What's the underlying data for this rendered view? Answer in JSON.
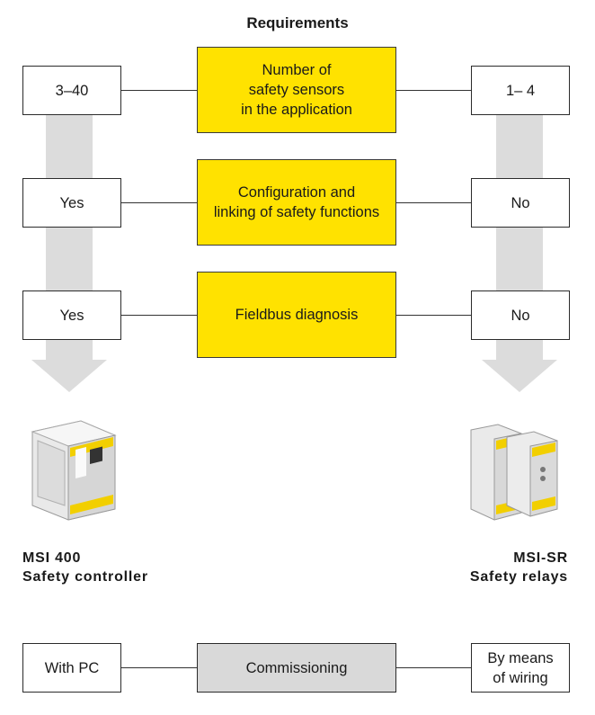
{
  "title": "Requirements",
  "rows": [
    {
      "left": "3–40",
      "center": "Number of\nsafety sensors\nin the application",
      "right": "1– 4"
    },
    {
      "left": "Yes",
      "center": "Configuration and\nlinking of safety functions",
      "right": "No"
    },
    {
      "left": "Yes",
      "center": "Fieldbus diagnosis",
      "right": "No"
    }
  ],
  "products": {
    "left": {
      "name": "MSI 400",
      "desc": "Safety controller"
    },
    "right": {
      "name": "MSI-SR",
      "desc": "Safety relays"
    }
  },
  "commissioning": {
    "left": "With PC",
    "center": "Commissioning",
    "right": "By means\nof wiring"
  },
  "colors": {
    "requirement": "#ffe200",
    "arrow": "#dcdcdc",
    "commissioning": "#d9d9d9"
  }
}
